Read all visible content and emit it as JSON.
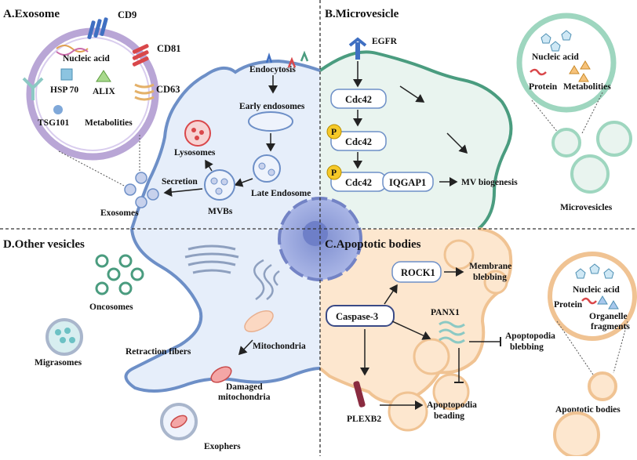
{
  "sections": {
    "a": "A.Exosome",
    "b": "B.Microvesicle",
    "c": "C.Apoptotic bodies",
    "d": "D.Other vesicles"
  },
  "exosome": {
    "markers": [
      "CD9",
      "CD81",
      "CD63"
    ],
    "contents": [
      "Nucleic acid",
      "HSP 70",
      "ALIX",
      "TSG101",
      "Metabolities"
    ],
    "pathway": [
      "Endocytosis",
      "Early endosomes",
      "Late Endosome",
      "Lysosomes",
      "Secretion",
      "MVBs",
      "Exosomes"
    ]
  },
  "microvesicle": {
    "receptor": "EGFR",
    "nodes": [
      "Cdc42",
      "Cdc42",
      "Cdc42",
      "IQGAP1"
    ],
    "phospho": "P",
    "outcome": "MV biogenesis",
    "contents": [
      "Nucleic acid",
      "Protein",
      "Metabolities"
    ],
    "vesicles_label": "Microvesicles"
  },
  "apoptotic": {
    "caspase": "Caspase-3",
    "rock": "ROCK1",
    "panx": "PANX1",
    "plex": "PLEXB2",
    "outcomes": [
      "Membrane",
      "blebbing",
      "Apoptopodia",
      "blebbing",
      "Apoptopodia",
      "beading"
    ],
    "contents": [
      "Nucleic acid",
      "Protein",
      "Organelle",
      "fragments"
    ],
    "bodies_label": "Apoptotic bodies"
  },
  "other": {
    "oncosomes": "Oncosomes",
    "migrasomes": "Migrasomes",
    "retraction": "Retraction fibers",
    "mitochondria": "Mitochondria",
    "damaged": [
      "Damaged",
      "mitochondria"
    ],
    "exophers": "Exophers"
  },
  "colors": {
    "exosome_bg": "#e6eefa",
    "microvesicle_bg": "#e9f4ef",
    "apoptotic_bg": "#fde7cf",
    "membrane_blue": "#6d8fc7",
    "membrane_green": "#4a9c7f",
    "membrane_orange": "#f0c393",
    "vesicle_purple": "#b9a6d6",
    "nucleus": "#8f9ed8",
    "phospho_yellow": "#f6c928"
  }
}
